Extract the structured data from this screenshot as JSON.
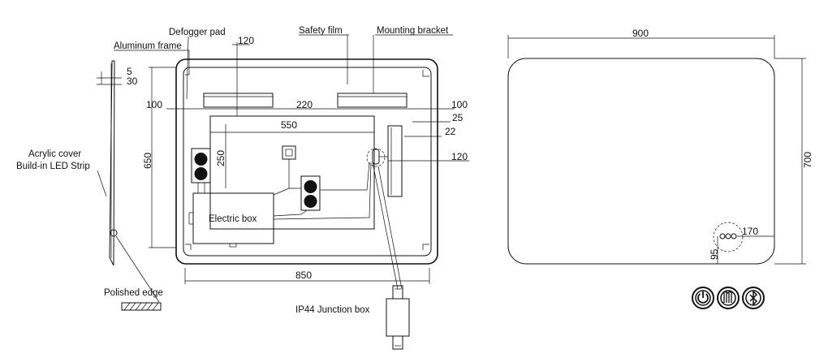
{
  "labels": {
    "defogger_pad": "Defogger pad",
    "safety_film": "Safety film",
    "mounting_bracket": "Mounting bracket",
    "aluminum_frame": "Aluminum frame",
    "acrylic_cover": "Acrylic cover",
    "led_strip": "Build-in LED Strip",
    "polished_edge": "Polished edge",
    "electric_box": "Electric box",
    "junction_box": "IP44 Junction box"
  },
  "dimensions": {
    "d5": "5",
    "d30": "30",
    "d120_top": "120",
    "d100_left": "100",
    "d220": "220",
    "d100_right": "100",
    "d25": "25",
    "d22": "22",
    "d550": "550",
    "d650": "650",
    "d250": "250",
    "d120_right": "120",
    "d850": "850",
    "d900": "900",
    "d700": "700",
    "d170": "170",
    "d95": "95"
  },
  "icons": [
    "power-icon",
    "defogger-icon",
    "bluetooth-icon"
  ]
}
